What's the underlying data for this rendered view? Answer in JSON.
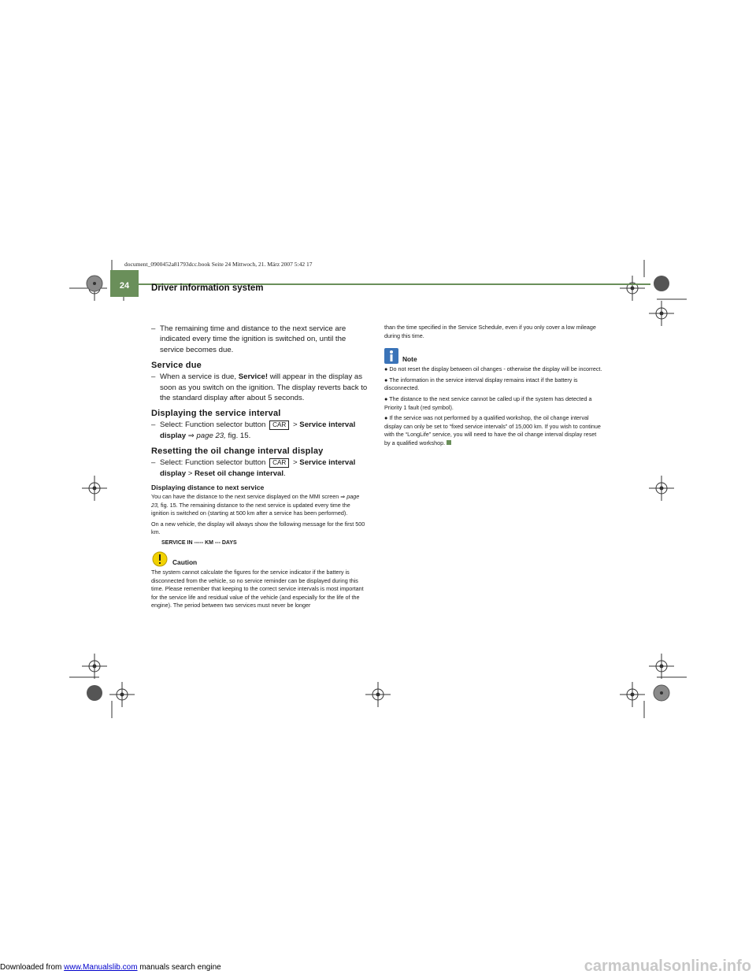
{
  "footer": {
    "prefix": "Downloaded from ",
    "link": "www.Manualslib.com",
    "suffix": " manuals search engine"
  },
  "watermark": "carmanualsonline.info",
  "slug": "document_0900452a81793dcc.book  Seite 24  Mittwoch, 21. März 2007  5:42 17",
  "header": {
    "page_number": "24",
    "title": "Driver information system"
  },
  "col1": {
    "intro_step": {
      "dash": "–",
      "text": "The remaining time and distance to the next service are indicated every time the ignition is switched on, until the service becomes due."
    },
    "service_due": {
      "heading": "Service due",
      "dash": "–",
      "text_a": "When a service is due, ",
      "bold": "Service!",
      "text_b": " will appear in the display as soon as you switch on the ignition. The display reverts back to the standard display after about 5 seconds."
    },
    "displaying": {
      "heading": "Displaying the service interval",
      "dash": "–",
      "text_a": "Select: Function selector button ",
      "car": "CAR",
      "sep": " > ",
      "bold": "Service interval display",
      "ref_arrow": " ⇒ ",
      "ref": "page 23,",
      "text_b": " fig. 15."
    },
    "resetting": {
      "heading": "Resetting the oil change interval display",
      "dash": "–",
      "text_a": "Select: Function selector button ",
      "car": "CAR",
      "sep": " > ",
      "bold1": "Service interval display",
      "sep2": " > ",
      "bold2": "Reset oil change interval",
      "end": "."
    },
    "distance": {
      "heading": "Displaying distance to next service",
      "para1_a": "You can have the distance to the next service displayed on the MMI screen ",
      "para1_arrow": "⇒ ",
      "para1_ref": "page 23,",
      "para1_b": " fig. 15. The remaining distance to the next service is updated every time the ignition is switched on (starting at 500 km after a service has been performed).",
      "para2": "On a new vehicle, the display will always show the following message for the first 500 km.",
      "message": "SERVICE IN ----- KM --- DAYS"
    },
    "caution": {
      "title": "Caution",
      "text": "The system cannot calculate the figures for the service indicator if the battery is disconnected from the vehicle, so no service reminder can be displayed during this time. Please remember that keeping to the correct service intervals is most important for the service life and residual value of the vehicle (and especially for the life of the engine). The period between two services must never be longer"
    }
  },
  "col2": {
    "caution_cont": "than the time specified in the Service Schedule, even if you only cover a low mileage during this time.",
    "note": {
      "title": "Note",
      "bullets": [
        "Do not reset the display between oil changes - otherwise the display will be incorrect.",
        "The information in the service interval display remains intact if the battery is disconnected.",
        "The distance to the next service cannot be called up if the system has detected a Priority 1 fault (red symbol).",
        "If the service was not performed by a qualified workshop, the oil change interval display can only be set to “fixed service intervals” of 15,000 km. If you wish to continue with the “LongLife” service, you will need to have the oil change interval display reset by a qualified workshop."
      ],
      "bullet_glyph": "●"
    }
  },
  "colors": {
    "accent": "#6a8f5a",
    "caution_yellow": "#f2d200",
    "note_blue": "#3a73b8",
    "link": "#0000cc"
  }
}
